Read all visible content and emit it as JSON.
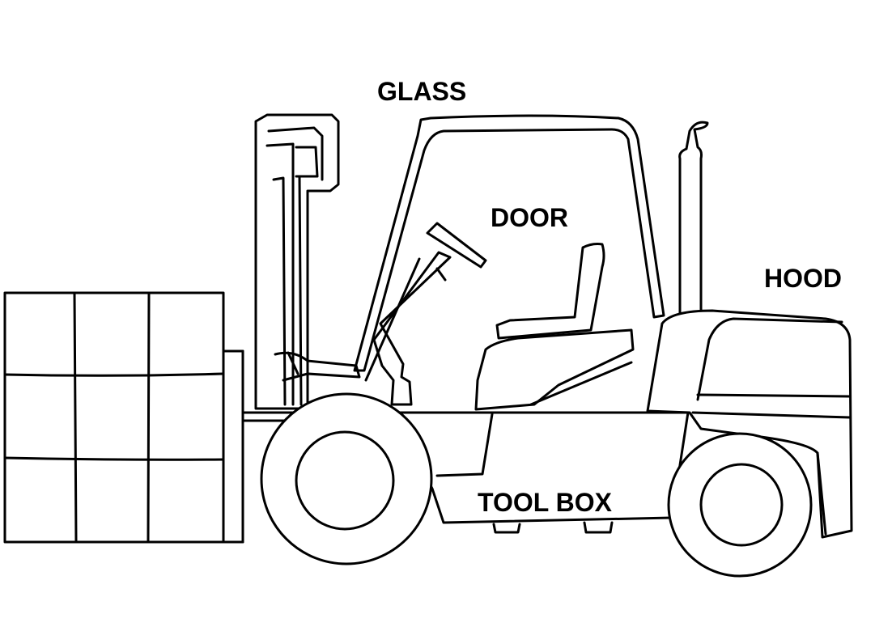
{
  "labels": {
    "glass": "GLASS",
    "door": "DOOR",
    "hood": "HOOD",
    "tool_box": "TOOL BOX"
  },
  "colors": {
    "line": "#000000",
    "background": "#ffffff"
  }
}
